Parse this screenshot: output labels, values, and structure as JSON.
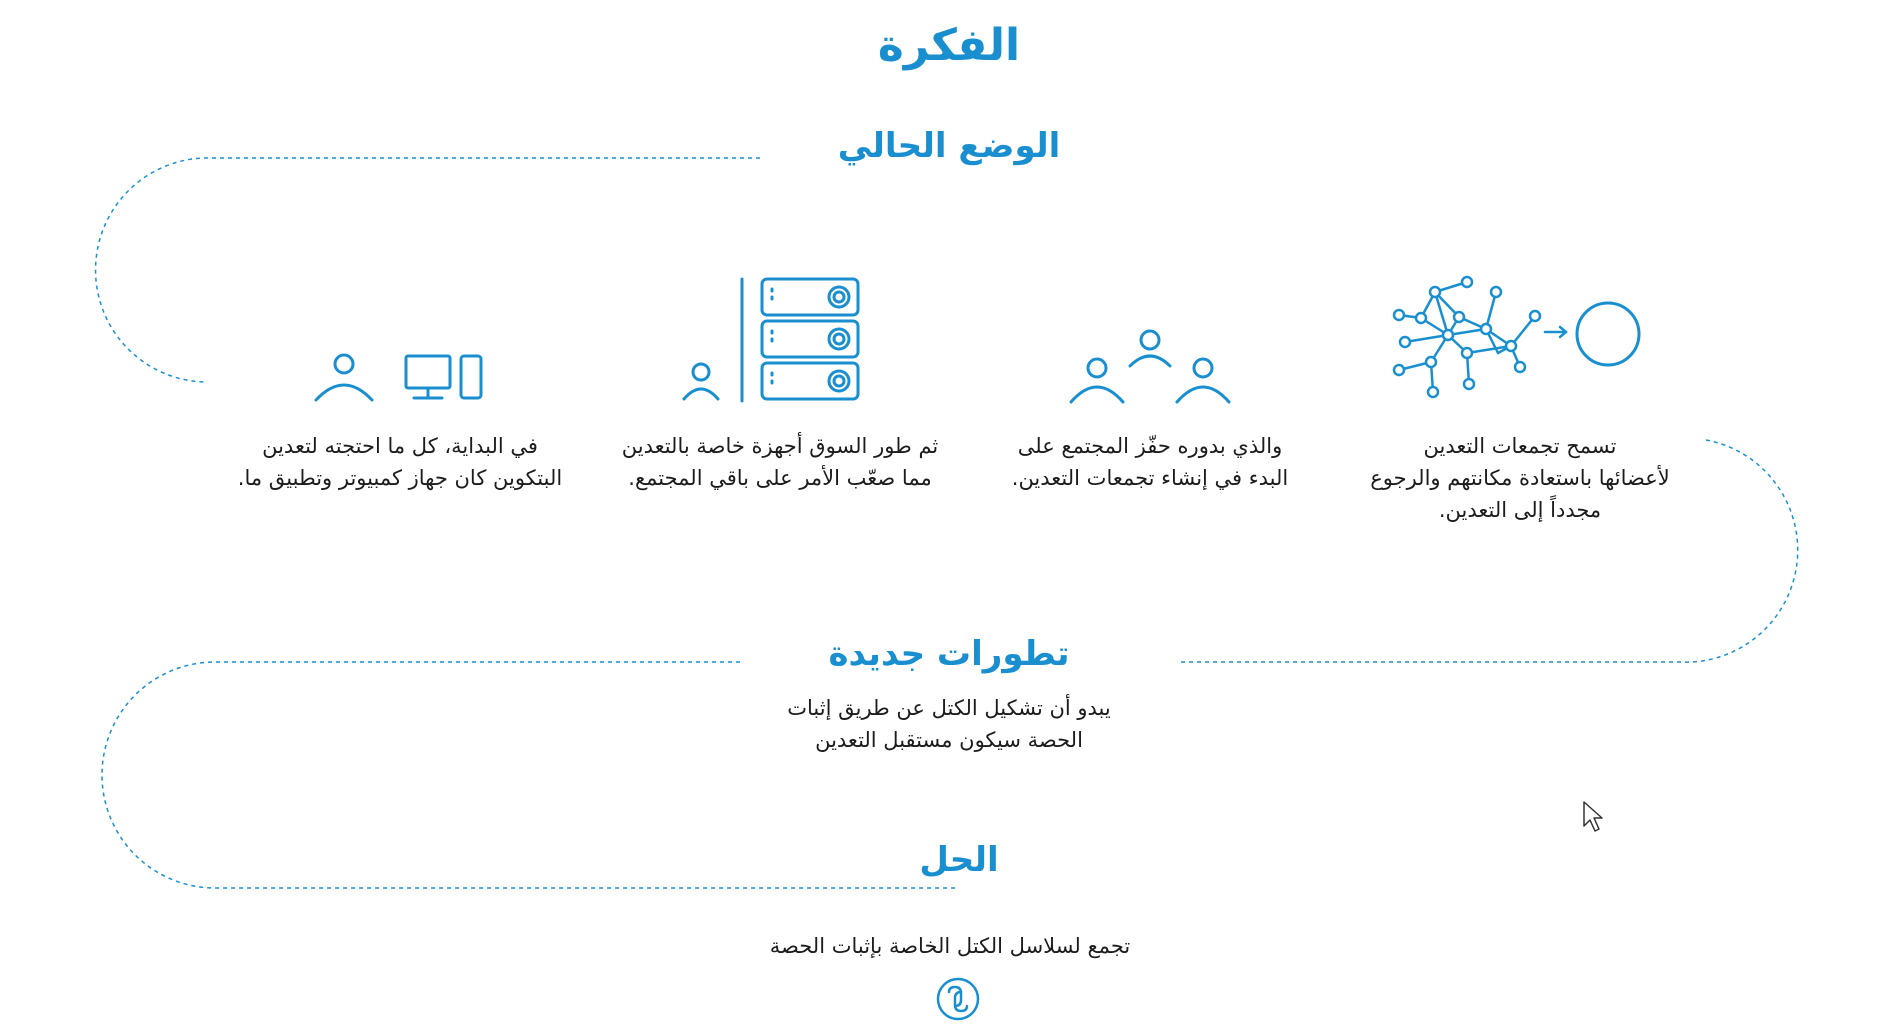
{
  "page": {
    "title": "الفكرة",
    "current_heading": "الوضع الحالي",
    "developments_heading": "تطورات جديدة",
    "solution_heading": "الحل"
  },
  "steps": [
    {
      "icon": "mining-pool-network-icon",
      "lines": [
        "تسمح تجمعات التعدين",
        "لأعضائها باستعادة مكانتهم والرجوع",
        "مجدداً إلى التعدين."
      ]
    },
    {
      "icon": "community-group-icon",
      "lines": [
        "والذي بدوره حفّز  المجتمع على",
        "البدء في إنشاء تجمعات التعدين."
      ]
    },
    {
      "icon": "mining-hardware-rack-icon",
      "lines": [
        "ثم طور السوق أجهزة خاصة بالتعدين",
        "مما صعّب الأمر على باقي  المجتمع."
      ]
    },
    {
      "icon": "user-computer-icon",
      "lines": [
        "في البداية، كل ما احتجته لتعدين",
        "البتكوين كان جهاز كمبيوتر وتطبيق ما."
      ]
    }
  ],
  "developments": {
    "lines": [
      "يبدو أن تشكيل الكتل عن طريق إثبات",
      "الحصة سيكون مستقبل التعدين"
    ]
  },
  "solution": {
    "text": "تجمع لسلاسل الكتل الخاصة بإثبات الحصة",
    "icon": "stake-coin-logo-icon"
  },
  "colors": {
    "accent": "#1a8fd0",
    "text": "#1c1c1c",
    "background": "#ffffff"
  }
}
